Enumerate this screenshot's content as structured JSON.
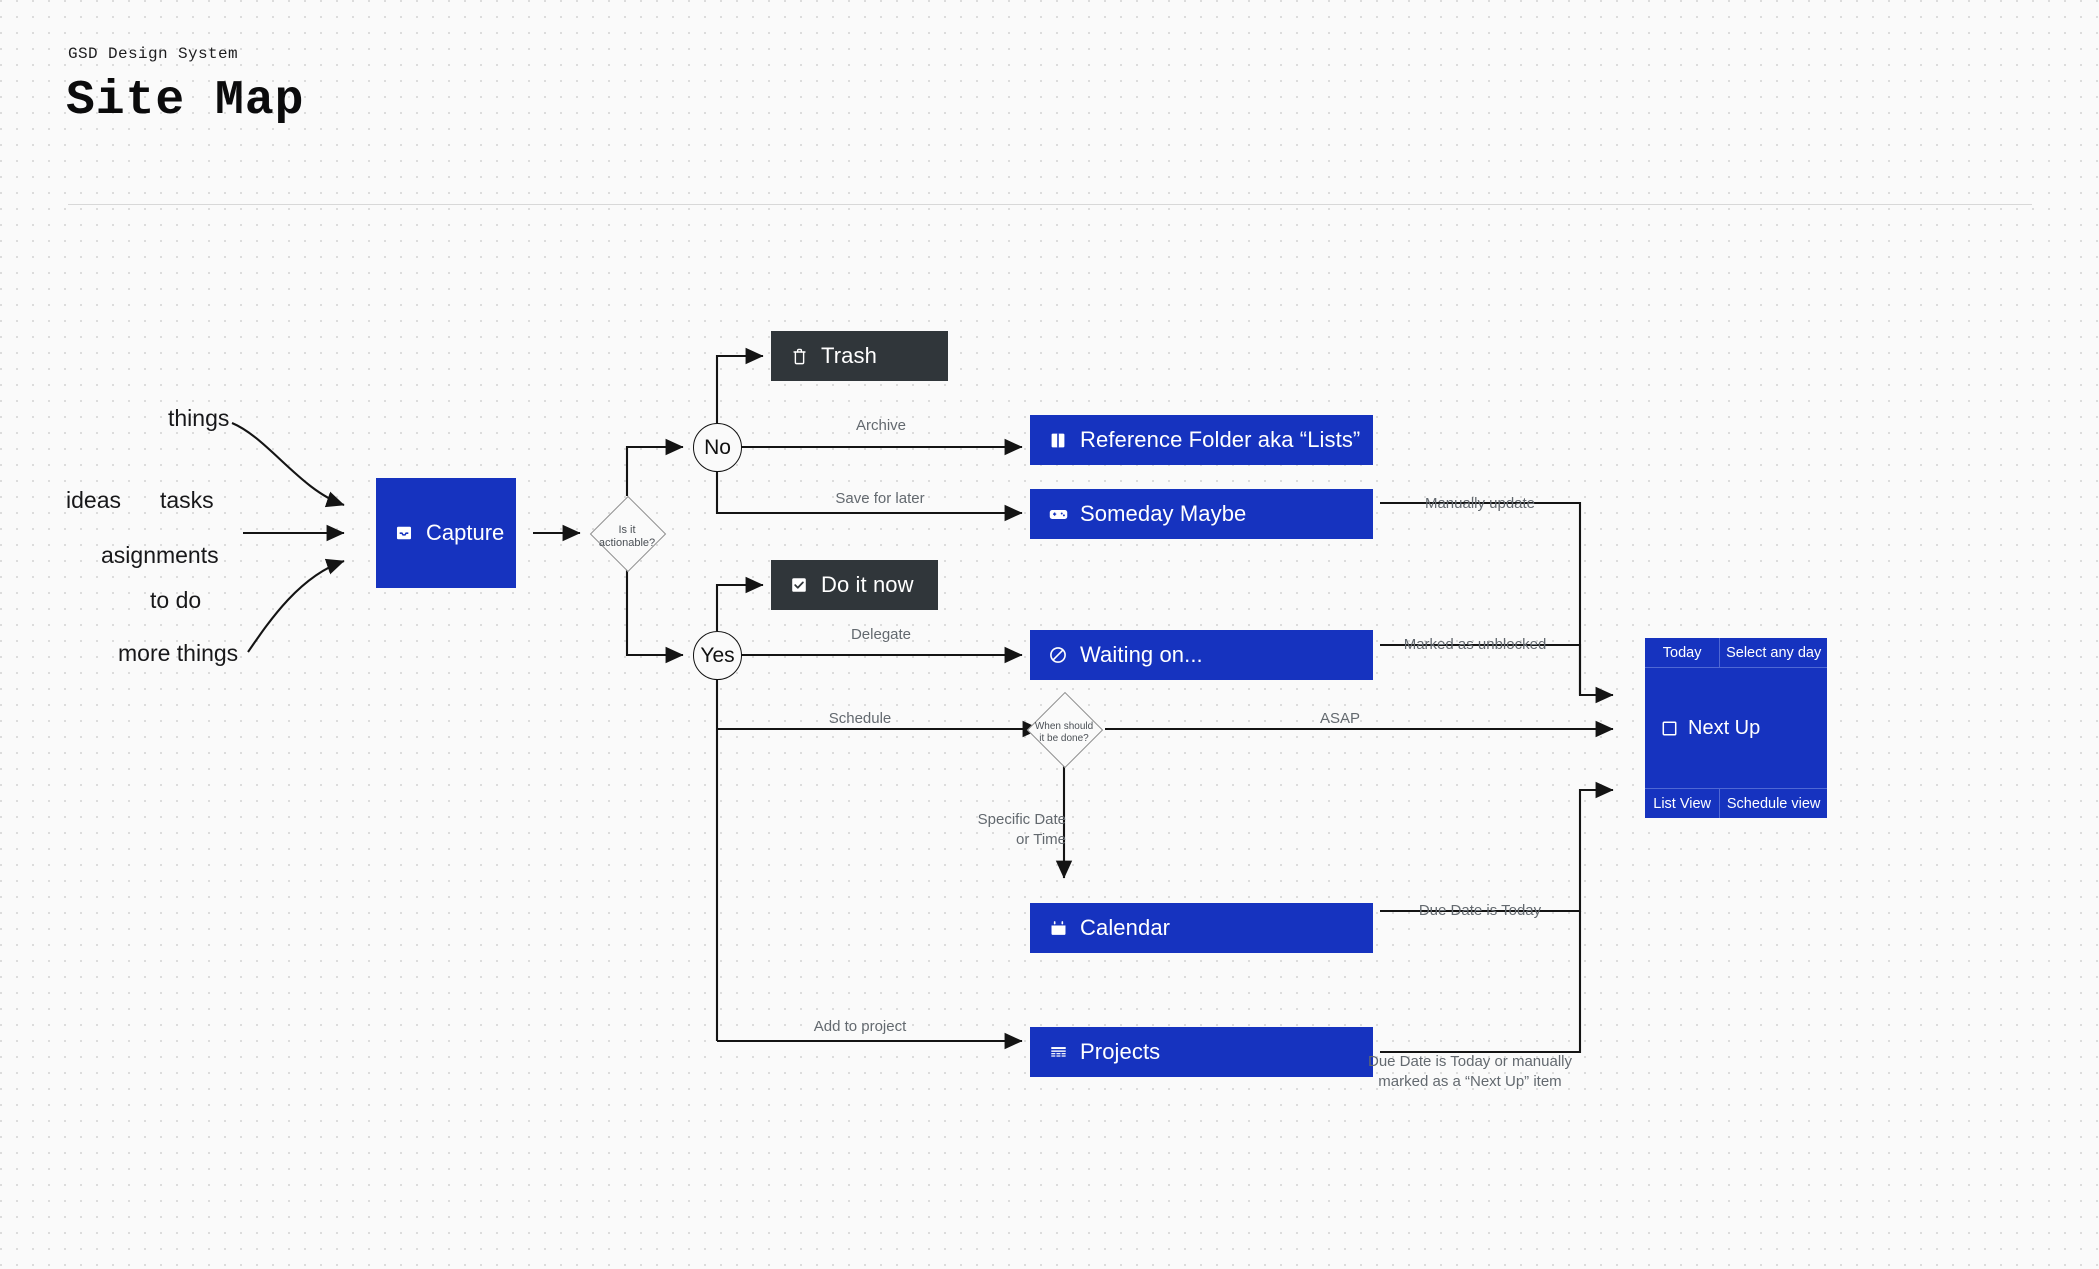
{
  "header": {
    "kicker": "GSD Design System",
    "title": "Site Map"
  },
  "sources": [
    {
      "text": "things"
    },
    {
      "text": "ideas"
    },
    {
      "text": "tasks"
    },
    {
      "text": "asignments"
    },
    {
      "text": "to do"
    },
    {
      "text": "more things"
    }
  ],
  "capture": {
    "label": "Capture",
    "icon": "inbox-tray-icon"
  },
  "decisions": [
    {
      "line1": "Is it",
      "line2": "actionable?"
    },
    {
      "line1": "When should",
      "line2": "it be done?"
    }
  ],
  "branches": {
    "no": "No",
    "yes": "Yes"
  },
  "nodes": {
    "trash": {
      "label": "Trash",
      "icon": "trash-icon",
      "color": "#30363a"
    },
    "reference": {
      "label": "Reference Folder aka “Lists”",
      "icon": "book-icon",
      "color": "#1633bf"
    },
    "someday": {
      "label": "Someday Maybe",
      "icon": "gamepad-icon",
      "color": "#1633bf"
    },
    "do_it_now": {
      "label": "Do it now",
      "icon": "checkbox-checked-icon",
      "color": "#30363a"
    },
    "waiting": {
      "label": "Waiting on...",
      "icon": "no-entry-icon",
      "color": "#1633bf"
    },
    "calendar": {
      "label": "Calendar",
      "icon": "calendar-icon",
      "color": "#1633bf"
    },
    "projects": {
      "label": "Projects",
      "icon": "table-rows-icon",
      "color": "#1633bf"
    }
  },
  "edge_labels": {
    "archive": "Archive",
    "save_for_later": "Save for later",
    "delegate": "Delegate",
    "schedule": "Schedule",
    "asap": "ASAP",
    "specific_date_l1": "Specific Date",
    "specific_date_l2": "or Time",
    "add_to_project": "Add to project",
    "manually_update": "Manually update",
    "marked_as_unblocked": "Marked as unblocked",
    "due_date_is_today": "Due Date is Today",
    "due_or_nextup_l1": "Due Date is Today or manually",
    "due_or_nextup_l2": "marked as a “Next Up” item"
  },
  "next_up_card": {
    "today": "Today",
    "select_any_day": "Select any day",
    "title": "Next Up",
    "title_icon": "checkbox-empty-icon",
    "list_view": "List View",
    "schedule_view": "Schedule view"
  },
  "colors": {
    "brand_blue": "#1633bf",
    "dark": "#30363a",
    "canvas": "#fafafa",
    "wire": "#141414",
    "label_gray": "#63696f"
  }
}
